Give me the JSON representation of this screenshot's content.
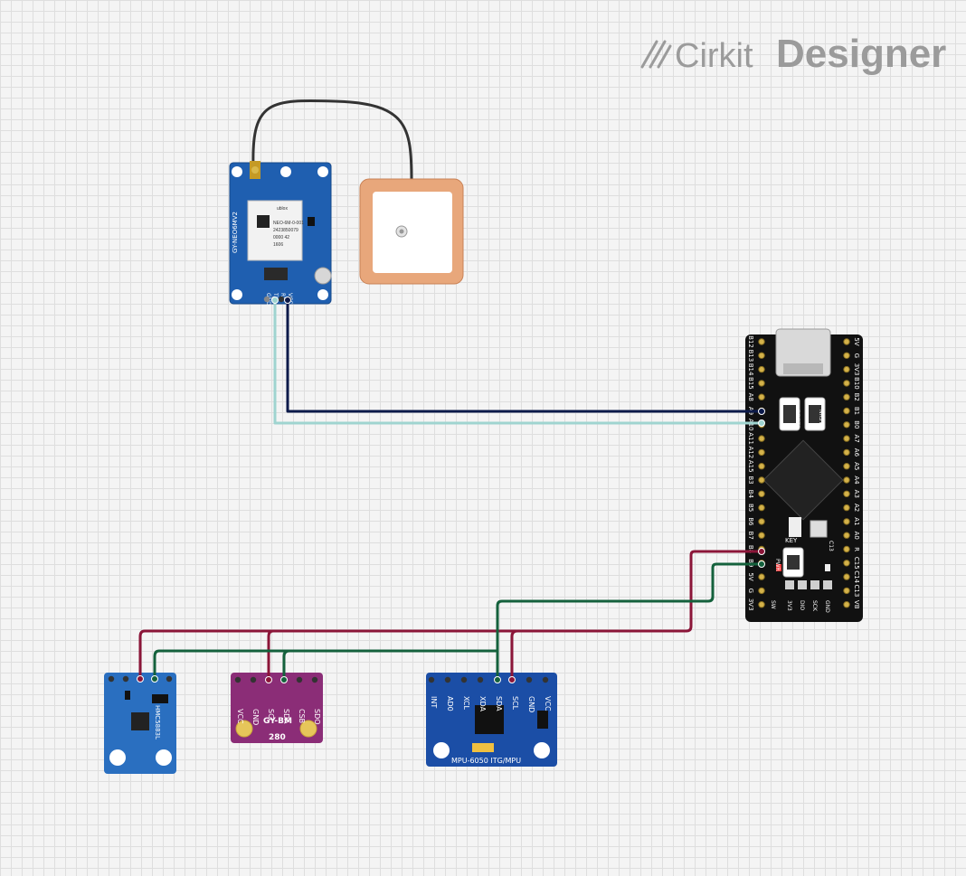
{
  "brand": {
    "name_light": "Cirkit",
    "name_bold": "Designer",
    "color": "#9b9b9b",
    "logo_icon": "pencil-slash-icon"
  },
  "gps": {
    "board_label": "GY-NEO6MV2",
    "chip_lines": [
      "ublox",
      "NEO-6M-0-001",
      "2423850079",
      "0000 42",
      "1606"
    ],
    "pins": [
      "GND",
      "TX",
      "RX",
      "VCC"
    ],
    "board_color": "#1f5fb0",
    "antenna_color": "#e8a77b"
  },
  "mcu": {
    "left_pins": [
      "B12",
      "B13",
      "B14",
      "B15",
      "A8",
      "A9",
      "A10",
      "A11",
      "A12",
      "A15",
      "B3",
      "B4",
      "B5",
      "B6",
      "B7",
      "B8",
      "B9",
      "5V",
      "G",
      "3V3"
    ],
    "right_pins": [
      "5V",
      "G",
      "3V3",
      "B10",
      "B2",
      "B1",
      "B0",
      "A7",
      "A6",
      "A5",
      "A4",
      "A3",
      "A2",
      "A1",
      "A0",
      "R",
      "C15",
      "C14",
      "C13",
      "VB"
    ],
    "button_labels": [
      "BOOT0",
      "NRST",
      "KEY",
      "PWR",
      "C13"
    ],
    "swd_labels": [
      "3V3",
      "DIO",
      "SCK",
      "GND"
    ],
    "swd_title": "SW"
  },
  "hmc": {
    "label": "HMC5883L",
    "board_color": "#2a6fc0"
  },
  "bmp": {
    "pins": [
      "VCC",
      "GND",
      "SCL",
      "SDA",
      "CSB",
      "SDO"
    ],
    "title": "GY-BM",
    "sub": "280",
    "board_color": "#8b2d77"
  },
  "mpu": {
    "pins": [
      "INT",
      "AD0",
      "XCL",
      "XDA",
      "SDA",
      "SCL",
      "GND",
      "VCC"
    ],
    "title": "MPU-6050 ITG/MPU",
    "board_color": "#1b4ea6"
  },
  "wire_colors": {
    "navy": "#0c1a4a",
    "cyan": "#9fd4d0",
    "red": "#8b1538",
    "green": "#14613c",
    "black": "#333333"
  }
}
